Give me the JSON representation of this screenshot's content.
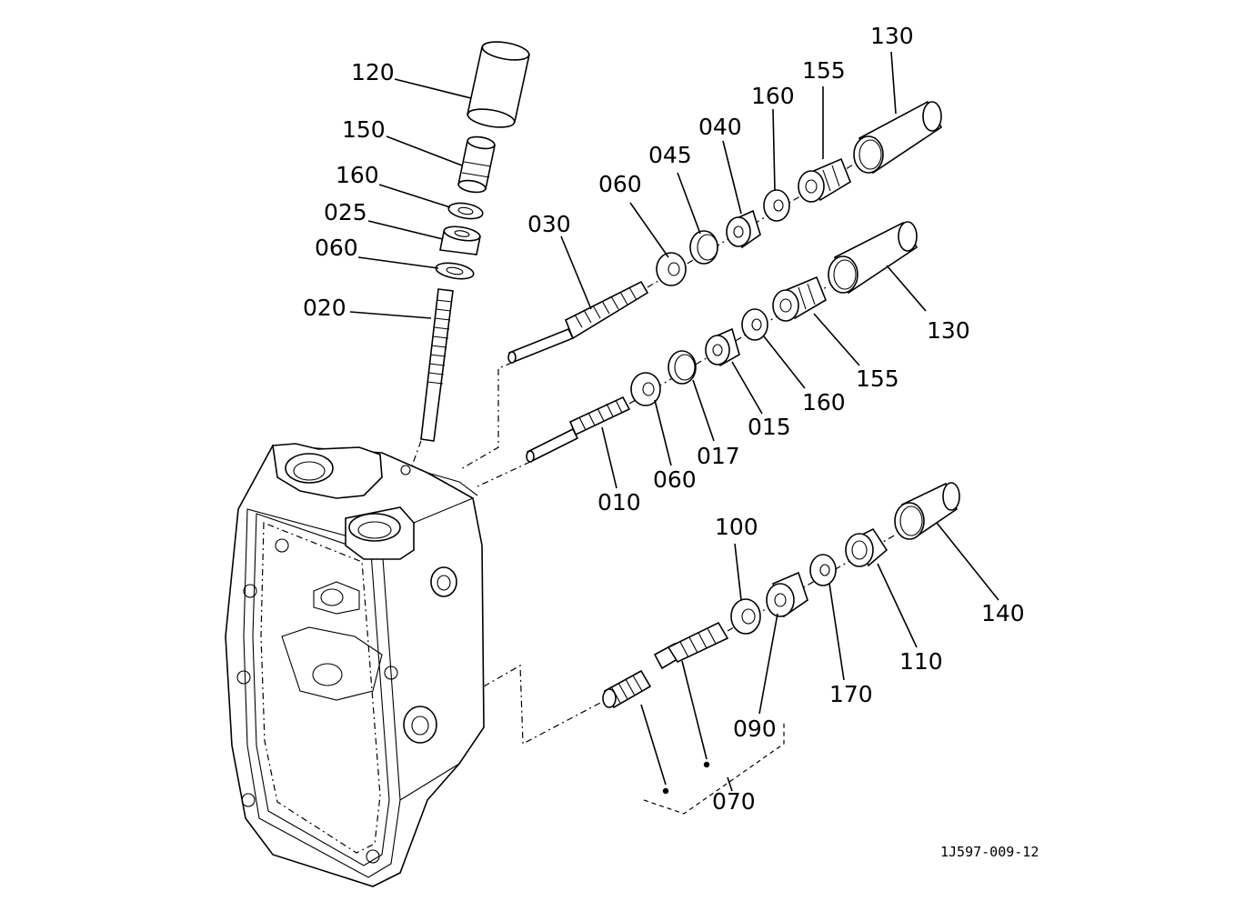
{
  "diagram": {
    "reference_code": "1J597-009-12",
    "labels": {
      "l120": "120",
      "l150": "150",
      "l160a": "160",
      "l025": "025",
      "l060a": "060",
      "l020": "020",
      "l030": "030",
      "l060b": "060",
      "l045": "045",
      "l040": "040",
      "l160b": "160",
      "l155a": "155",
      "l130a": "130",
      "l130b": "130",
      "l155b": "155",
      "l160c": "160",
      "l015": "015",
      "l017": "017",
      "l060c": "060",
      "l010": "010",
      "l100": "100",
      "l140": "140",
      "l110": "110",
      "l170": "170",
      "l090": "090",
      "l070": "070"
    }
  }
}
